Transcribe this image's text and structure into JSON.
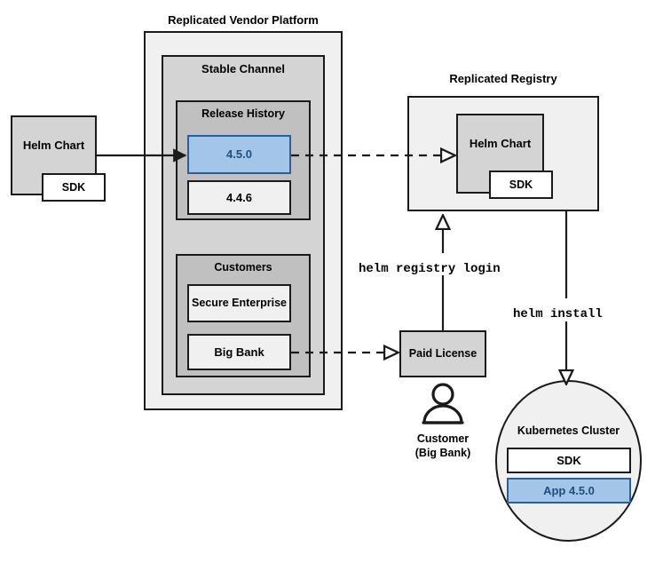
{
  "diagram": {
    "title_vendor_platform": "Replicated Vendor Platform",
    "title_registry": "Replicated Registry",
    "stable_channel": "Stable Channel",
    "release_history": "Release History",
    "customers": "Customers"
  },
  "source_chart": {
    "name": "Helm Chart",
    "sdk": "SDK"
  },
  "releases": [
    {
      "version": "4.5.0",
      "highlighted": true
    },
    {
      "version": "4.4.6",
      "highlighted": false
    }
  ],
  "customer_list": [
    {
      "name": "Secure\nEnterprise"
    },
    {
      "name": "Big Bank"
    }
  ],
  "registry_chart": {
    "name": "Helm Chart",
    "sdk": "SDK"
  },
  "license": {
    "label": "Paid\nLicense",
    "persona": "Customer\n(Big Bank)"
  },
  "commands": {
    "registry_login": "helm registry login",
    "install": "helm install"
  },
  "cluster": {
    "title": "Kubernetes Cluster",
    "items": [
      {
        "label": "SDK",
        "highlighted": false
      },
      {
        "label": "App 4.5.0",
        "highlighted": true
      }
    ]
  },
  "colors": {
    "accent_blue_fill": "#a3c6e8",
    "accent_blue_border": "#2a6099",
    "accent_blue_text": "#1f4f79",
    "outline": "#1a1a1a",
    "container_outer": "#f0f0f0",
    "container_mid": "#d4d4d4",
    "container_inner": "#c0c0c0"
  }
}
